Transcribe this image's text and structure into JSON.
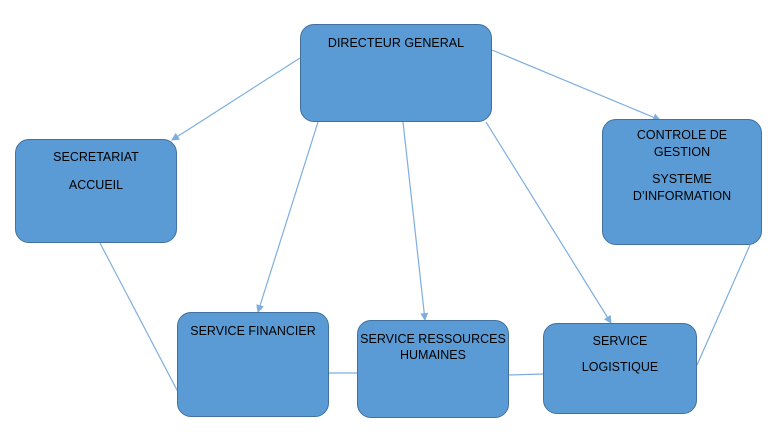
{
  "diagram": {
    "colors": {
      "box_fill": "#5b9bd5",
      "box_border": "#41719c",
      "connector": "#7eaee0",
      "text": "#000000"
    },
    "nodes": {
      "directeur": {
        "label": "DIRECTEUR GENERAL"
      },
      "secretariat": {
        "line1": "SECRETARIAT",
        "line2": "ACCUEIL"
      },
      "controle": {
        "line1": "CONTROLE DE",
        "line2": "GESTION",
        "line3": "SYSTEME",
        "line4": "D’INFORMATION"
      },
      "financier": {
        "label": "SERVICE FINANCIER"
      },
      "rh": {
        "line1": "SERVICE RESSOURCES",
        "line2": "HUMAINES"
      },
      "logistique": {
        "line1": "SERVICE",
        "line2": "LOGISTIQUE"
      }
    }
  }
}
